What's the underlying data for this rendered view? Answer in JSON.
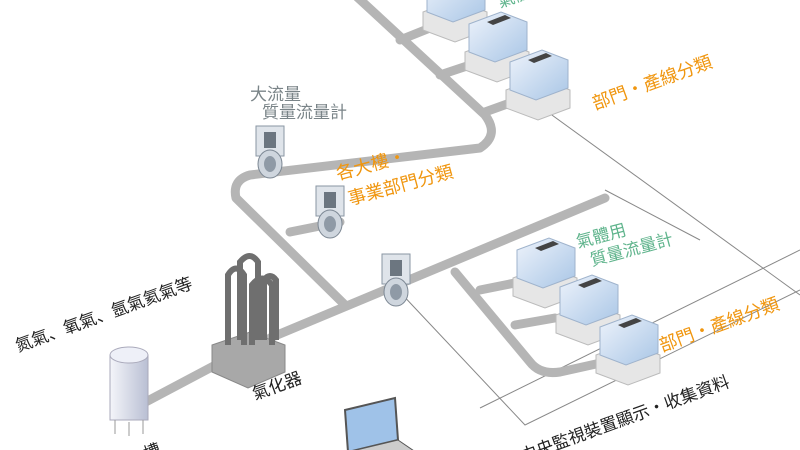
{
  "labels": {
    "top_partial": "氣體用",
    "large_flow_meter": [
      "大流量",
      "質量流量計"
    ],
    "building_division": [
      "各大樓・",
      "事業部門分類"
    ],
    "dept_line_top": "部門・產線分類",
    "gas_meter": [
      "氣體用",
      "質量流量計"
    ],
    "dept_line_bottom": "部門・產線分類",
    "gases": "氮氣、氧氣、氬氣氦氣等",
    "vaporizer": "氣化器",
    "tank": "槽",
    "central_monitor": "中央監視裝置顯示・收集資料"
  },
  "colors": {
    "orange": "#f0960f",
    "green": "#5fb48c",
    "gray_text": "#7a8488",
    "black_text": "#222222",
    "pipe": "#bdbdbd"
  }
}
